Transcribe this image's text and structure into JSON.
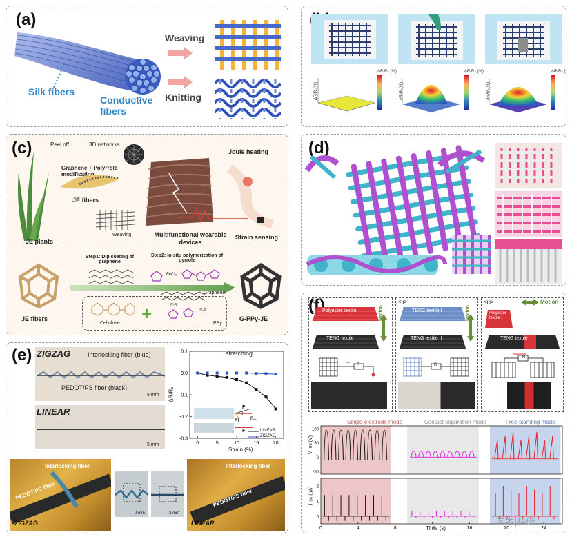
{
  "panel_a": {
    "label": "(a)",
    "weaving": "Weaving",
    "knitting": "Knitting",
    "silk": "Silk fibers",
    "conductive": "Conductive fibers"
  },
  "panel_b": {
    "label": "(b)",
    "colorbar_title": "ΔR/R₀ (%)",
    "axis_label": "ΔR/R₀(%)"
  },
  "panel_c": {
    "label": "(c)",
    "peel_off": "Peel off",
    "networks": "3D networks",
    "modification": "Graphene + Polyrrole modification",
    "je_fibers": "JE fibers",
    "je_plants": "JE plants",
    "weaving": "Weaving",
    "devices": "Multifunctional wearable devices",
    "joule": "Joule heating",
    "strain": "Strain sensing",
    "step1": "Step1: Dip coating of graphene",
    "step2": "Step2: In-situ polymerization of pyrrole",
    "fecl3": "FeCl₃",
    "je_fibers2": "JE fibers",
    "cellulose": "Cellulose",
    "graphene": "Graphene",
    "ppy": "PPy",
    "gppy": "G-PPy-JE",
    "pi1": "π-π",
    "pi2": "π-π"
  },
  "panel_d": {
    "label": "(d)"
  },
  "panel_e": {
    "label": "(e)",
    "zigzag": "ZIGZAG",
    "interlocking_blue": "Interlocking fiber (blue)",
    "pedot_black": "PEDOT/PS fiber (black)",
    "scale5": "5 mm",
    "linear": "LINEAR",
    "scale5b": "5 mm",
    "interlocking1": "Interlocking fiber",
    "pedot_ps1": "PEDOT/PS fiber",
    "zigzag2": "ZIGZAG",
    "scale_mid1": "2 mm",
    "scale_mid2": "2 mm",
    "interlocking2": "Interlocking fiber",
    "pedot_ps2": "PEDOT/PS fiber",
    "linear2": "LINEAR",
    "f_label": "F",
    "fperp": "F⊥",
    "fpar": "F∥",
    "theta": "θ",
    "f_label2": "F"
  },
  "panel_f": {
    "label": "(f)",
    "i": "<i>",
    "ii": "<ii>",
    "iii": "<iii>",
    "polyester": "Polyester textile",
    "teng": "TENG textile",
    "motion1": "Motion",
    "teng1": "TENG textile I",
    "teng2": "TENG textile II",
    "motion2": "Motion",
    "motion3": "Motion",
    "polyester2": "Polyester textile",
    "teng3": "TENG textile",
    "mode1": "Single-electrode mode",
    "mode2": "Contact-separation mode",
    "mode3": "Free-standing mode",
    "ylabel_v": "V_oc (V)",
    "ylabel_i": "I_sc (μA)",
    "xlabel": "Time (s)",
    "r_label": "R",
    "r_label2": "R",
    "r_label3": "R"
  },
  "watermark": "学术|科研",
  "chart_data": [
    {
      "type": "line",
      "title": "",
      "annotation": "stretching",
      "xlabel": "Strain (%)",
      "ylabel": "ΔR/R₀",
      "xlim": [
        -2,
        22
      ],
      "ylim": [
        -0.3,
        0.1
      ],
      "xticks": [
        0,
        5,
        10,
        15,
        20
      ],
      "yticks": [
        -0.3,
        -0.2,
        -0.1,
        0.0,
        0.1
      ],
      "x": [
        0,
        2.5,
        5,
        7.5,
        10,
        12.5,
        15,
        17.5,
        20
      ],
      "series": [
        {
          "name": "LINEAR",
          "color": "#111111",
          "values": [
            0.0,
            -0.01,
            -0.015,
            -0.02,
            -0.03,
            -0.045,
            -0.075,
            -0.11,
            -0.165
          ]
        },
        {
          "name": "ZIGZAG",
          "color": "#3050c8",
          "values": [
            0.0,
            0.0,
            0.0,
            0.0,
            0.0,
            0.0,
            -0.002,
            -0.003,
            -0.005
          ]
        }
      ],
      "legend": "bottom-right"
    },
    {
      "type": "line",
      "title": "",
      "xlabel": "Time (s)",
      "ylabel": "V_oc (V)",
      "xlim": [
        0,
        26
      ],
      "xticks": [
        0,
        4,
        8,
        12,
        16,
        20,
        24
      ],
      "yticks": [
        -50,
        0,
        50,
        100
      ],
      "ylim": [
        -60,
        110
      ],
      "regions": [
        {
          "name": "Single-electrode mode",
          "start": 0,
          "end": 7.5,
          "color": "#e8b9b9"
        },
        {
          "name": "Contact-separation mode",
          "start": 9.3,
          "end": 17.0,
          "color": "#e2e2e2"
        },
        {
          "name": "Free-standing mode",
          "start": 18.2,
          "end": 25.8,
          "color": "#b9c9e8"
        }
      ]
    },
    {
      "type": "line",
      "title": "",
      "xlabel": "Time (s)",
      "ylabel": "I_sc (μA)",
      "xlim": [
        0,
        26
      ],
      "xticks": [
        0,
        4,
        8,
        12,
        16,
        20,
        24
      ],
      "yticks": [
        0,
        1,
        2
      ],
      "ylim": [
        -0.5,
        2.5
      ]
    }
  ]
}
